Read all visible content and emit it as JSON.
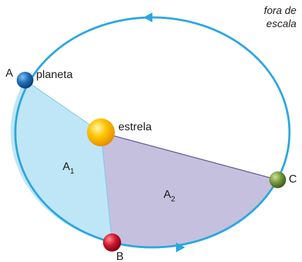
{
  "note": {
    "line1": "fora de",
    "line2": "escala"
  },
  "labels": {
    "point_a": "A",
    "point_b": "B",
    "point_c": "C",
    "planet": "planeta",
    "star": "estrela",
    "area1_letter": "A",
    "area1_sub": "1",
    "area2_letter": "A",
    "area2_sub": "2"
  },
  "colors": {
    "orbit": "#2aa7e0",
    "area1_fill": "#bfe6f7",
    "area2_fill": "#c6c0df",
    "area2_edge": "#5e5a92",
    "star": "#f7a600",
    "planet_a": "#1a66b0",
    "planet_b": "#c8102e",
    "planet_c": "#6f8e3a"
  },
  "icons": {
    "star": "yellow-sphere",
    "planet_a": "blue-sphere",
    "planet_b": "red-sphere",
    "planet_c": "green-sphere",
    "orbit_arrow": "triangle-arrow"
  }
}
